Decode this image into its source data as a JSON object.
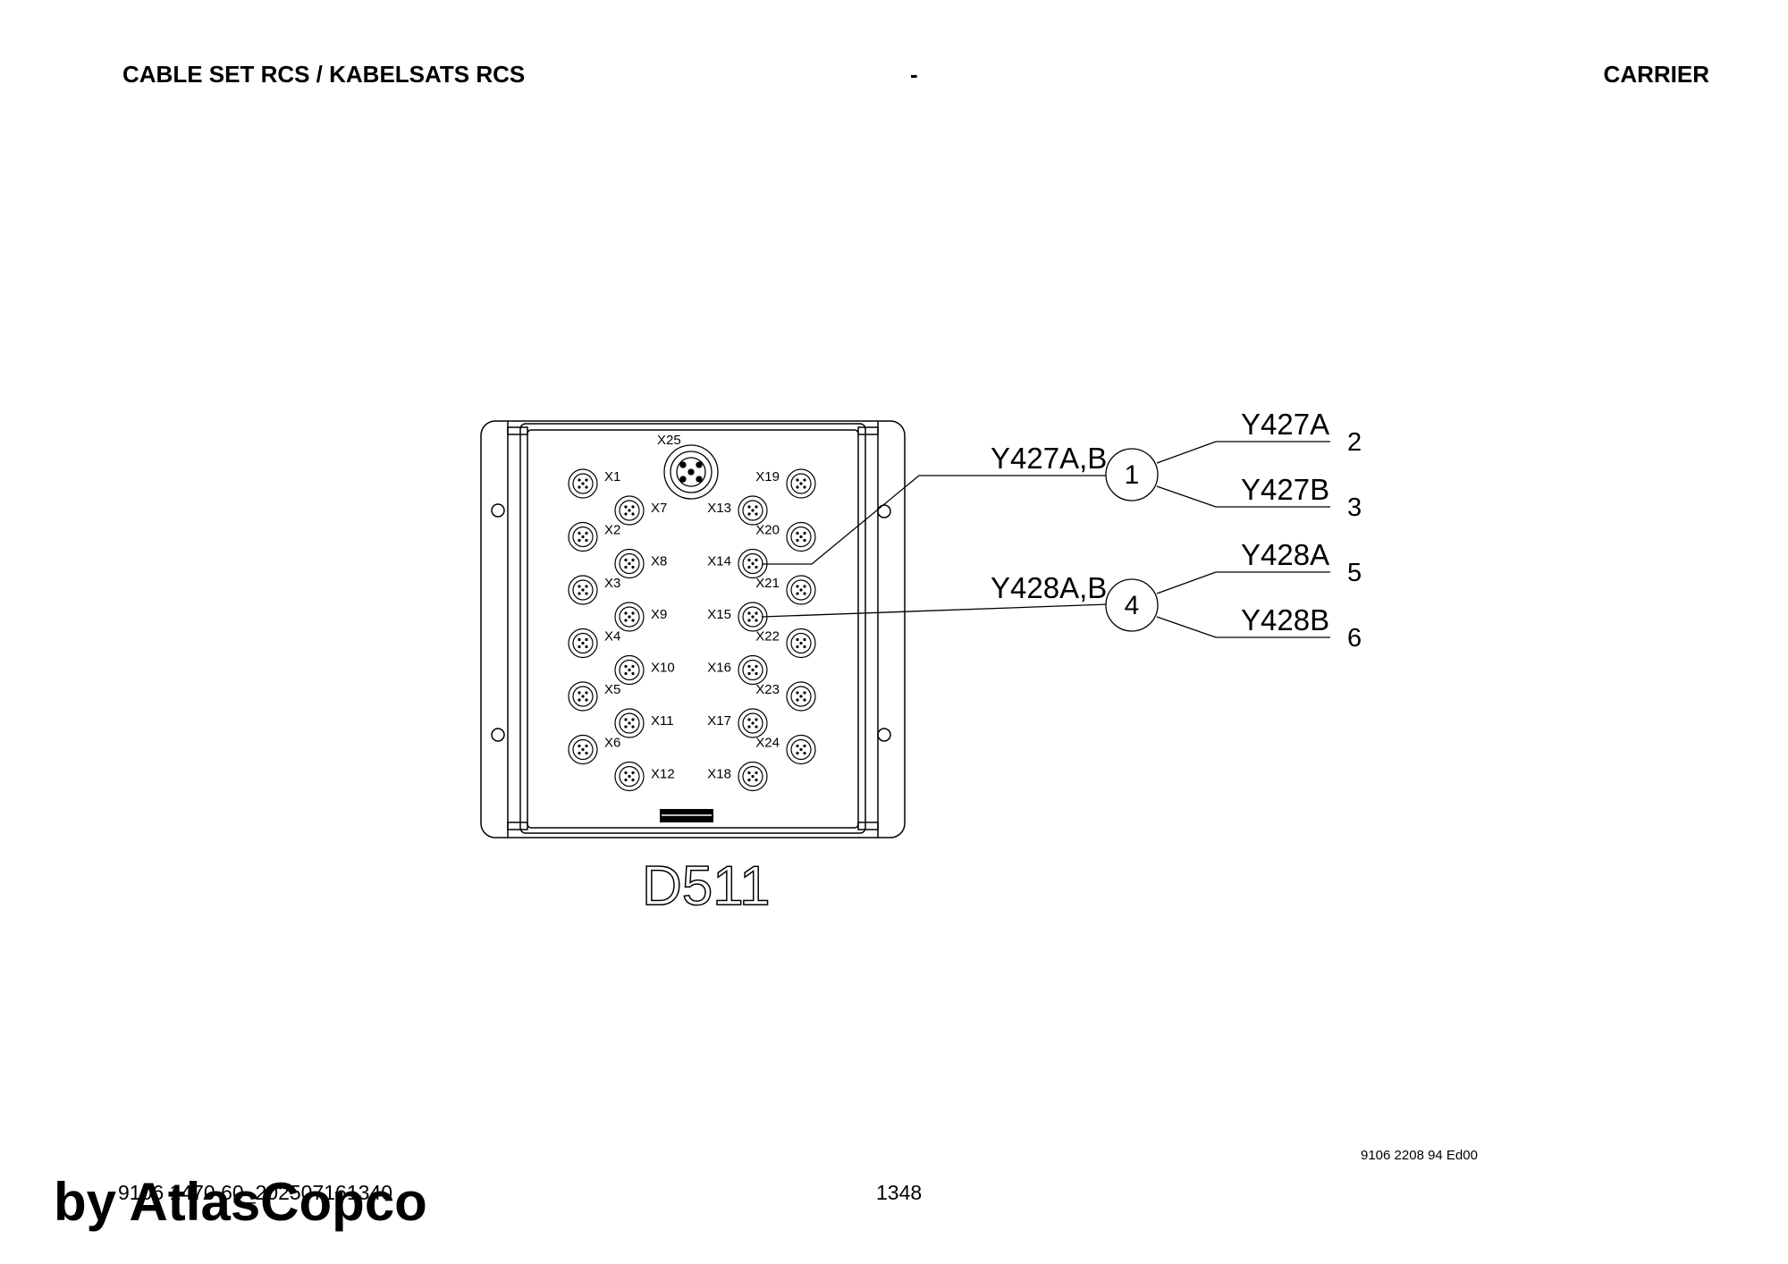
{
  "header": {
    "left": "CABLE SET RCS / KABELSATS RCS",
    "center": "-",
    "right": "CARRIER"
  },
  "unit": {
    "name": "D511",
    "main_connector": "X25",
    "connectors_col1": [
      "X1",
      "X2",
      "X3",
      "X4",
      "X5",
      "X6"
    ],
    "connectors_col2": [
      "X7",
      "X8",
      "X9",
      "X10",
      "X11",
      "X12"
    ],
    "connectors_col3": [
      "X13",
      "X14",
      "X15",
      "X16",
      "X17",
      "X18"
    ],
    "connectors_col4": [
      "X19",
      "X20",
      "X21",
      "X22",
      "X23",
      "X24"
    ]
  },
  "callouts": [
    {
      "label": "Y427A,B",
      "item": "1",
      "branch_a": "Y427A",
      "ref_a": "2",
      "branch_b": "Y427B",
      "ref_b": "3"
    },
    {
      "label": "Y428A,B",
      "item": "4",
      "branch_a": "Y428A",
      "ref_a": "5",
      "branch_b": "Y428B",
      "ref_b": "6"
    }
  ],
  "footer": {
    "doc_number": "9106 2208 94 Ed00",
    "order_number": "9106 1470 60_202507161340",
    "page": "1348",
    "brand": "by AtlasCopco"
  }
}
